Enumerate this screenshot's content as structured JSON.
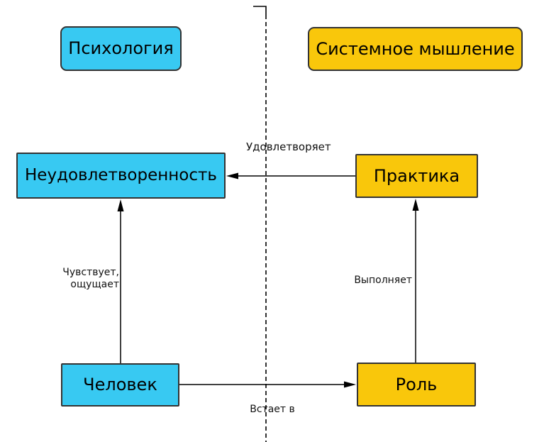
{
  "colors": {
    "psychology_fill": "#38c9f2",
    "systems_fill": "#f9c70b",
    "border": "#333333",
    "connector": "#000000"
  },
  "domains": {
    "psychology": {
      "label": "Психология"
    },
    "systems_thinking": {
      "label": "Системное мышление"
    }
  },
  "nodes": {
    "dissatisfaction": {
      "label": "Неудовлетворенность",
      "domain": "psychology"
    },
    "practice": {
      "label": "Практика",
      "domain": "systems_thinking"
    },
    "person": {
      "label": "Человек",
      "domain": "psychology"
    },
    "role": {
      "label": "Роль",
      "domain": "systems_thinking"
    }
  },
  "edges": {
    "satisfies": {
      "label": "Удовлетворяет",
      "from": "practice",
      "to": "dissatisfaction"
    },
    "feels": {
      "label": "Чувствует,\nощущает",
      "from": "person",
      "to": "dissatisfaction"
    },
    "performs": {
      "label": "Выполняет",
      "from": "role",
      "to": "practice"
    },
    "enters": {
      "label": "Встает в",
      "from": "person",
      "to": "role"
    }
  }
}
